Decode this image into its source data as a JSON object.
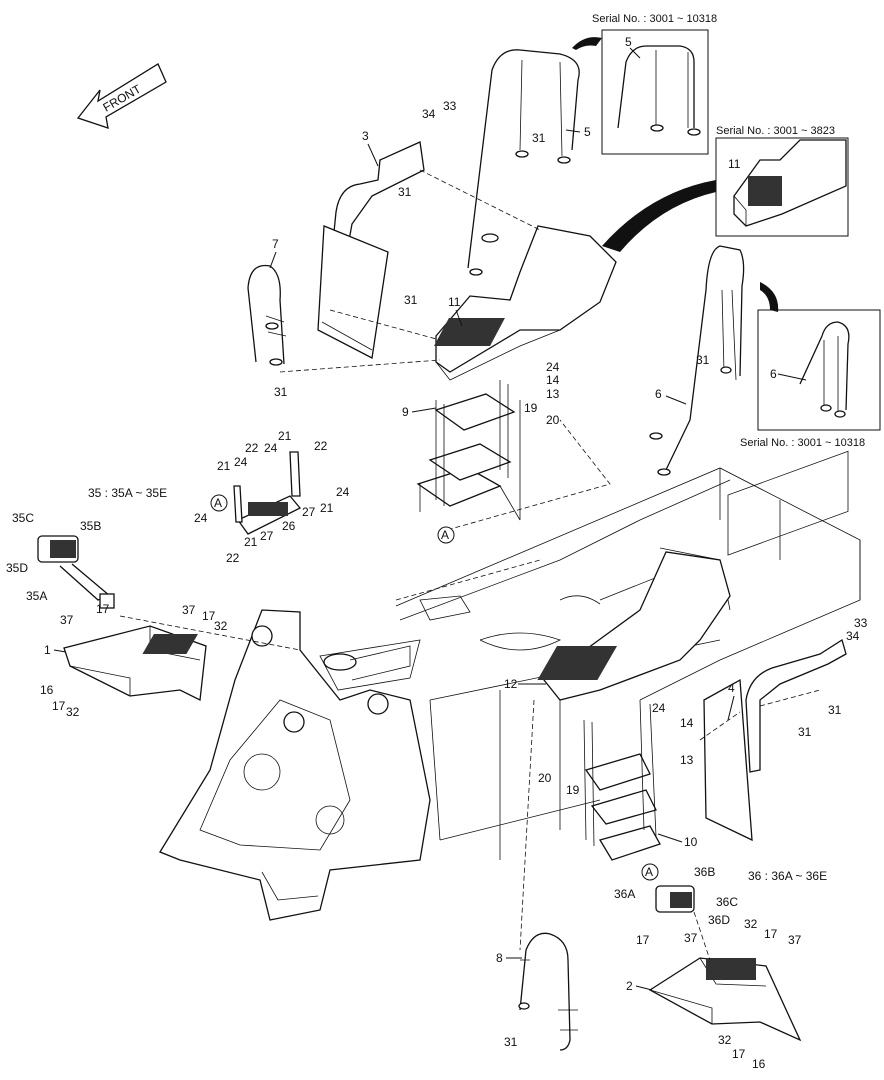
{
  "front_arrow": {
    "label": "FRONT"
  },
  "inset_boxes": [
    {
      "serial": "Serial No. : 3001 ~ 10318",
      "part": "5"
    },
    {
      "serial": "Serial No. : 3001 ~ 3823",
      "part": "11"
    },
    {
      "serial": "Serial No. : 3001 ~ 10318",
      "part": "6"
    }
  ],
  "notes": {
    "lamp_35": "35 : 35A ~ 35E",
    "lamp_36": "36 : 36A ~ 36E",
    "ref_a": "A"
  },
  "callouts": [
    "1",
    "2",
    "3",
    "4",
    "5",
    "6",
    "7",
    "8",
    "9",
    "10",
    "11",
    "12",
    "13",
    "14",
    "16",
    "17",
    "19",
    "20",
    "21",
    "22",
    "24",
    "26",
    "27",
    "31",
    "32",
    "33",
    "34",
    "35A",
    "35B",
    "35C",
    "35D",
    "36A",
    "36B",
    "36C",
    "36D",
    "37"
  ]
}
